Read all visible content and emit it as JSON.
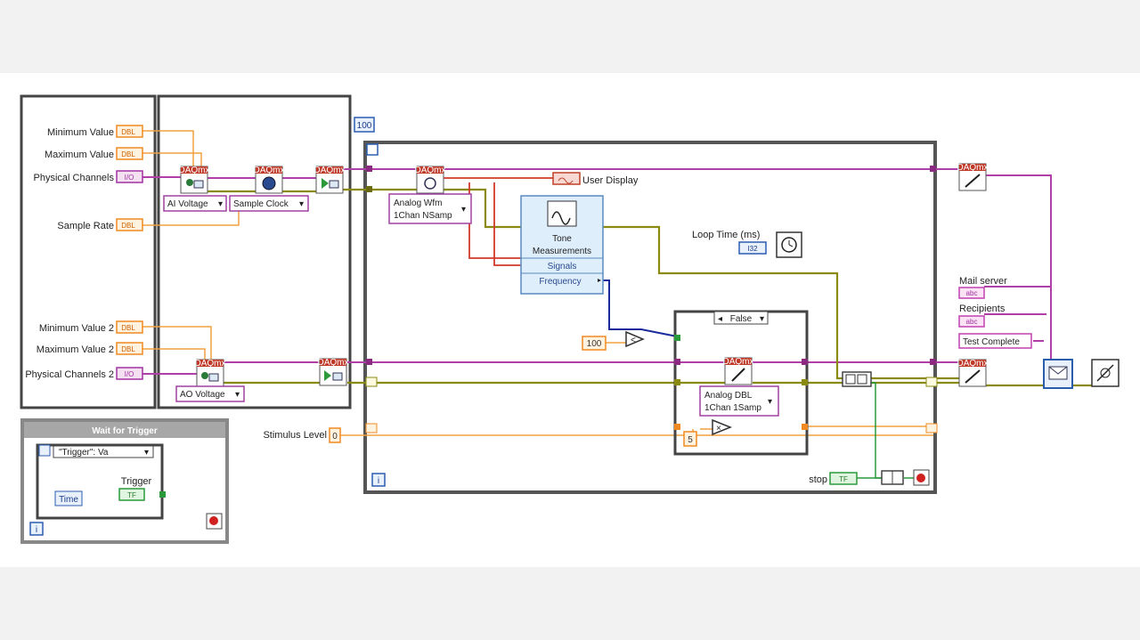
{
  "diagram": {
    "left_controls": {
      "min_value": "Minimum Value",
      "max_value": "Maximum Value",
      "phys_channels": "Physical Channels",
      "sample_rate": "Sample Rate",
      "min_value_2": "Minimum Value 2",
      "max_value_2": "Maximum Value 2",
      "phys_channels_2": "Physical Channels 2",
      "terminal_dbl": "DBL",
      "terminal_io": "I/O"
    },
    "nodes": {
      "ai_voltage": "AI Voltage",
      "sample_clock": "Sample Clock",
      "ao_voltage": "AO Voltage",
      "analog_wfm_1": "Analog Wfm",
      "analog_wfm_2": "1Chan NSamp",
      "user_display": "User Display",
      "tone_title_1": "Tone",
      "tone_title_2": "Measurements",
      "tone_signals": "Signals",
      "tone_frequency": "Frequency",
      "loop_time": "Loop Time (ms)",
      "loop_time_term": "I32",
      "const_100_top": "100",
      "const_100_cmp": "100",
      "case_selector": "False",
      "analog_dbl_1": "Analog DBL",
      "analog_dbl_2": "1Chan 1Samp",
      "const_5": "5",
      "stimulus_level": "Stimulus Level",
      "stimulus_value": "0",
      "stop_label": "stop",
      "stop_term": "TF",
      "daqmx_tag": "DAQmx",
      "iter_i": "i"
    },
    "email": {
      "mail_server": "Mail server",
      "recipients": "Recipients",
      "test_complete": "Test Complete",
      "abc": "abc"
    },
    "wait_for_trigger": {
      "title": "Wait for Trigger",
      "selector": "\"Trigger\": Va",
      "time": "Time",
      "trigger": "Trigger",
      "trigger_term": "TF",
      "iter_i": "i"
    }
  }
}
